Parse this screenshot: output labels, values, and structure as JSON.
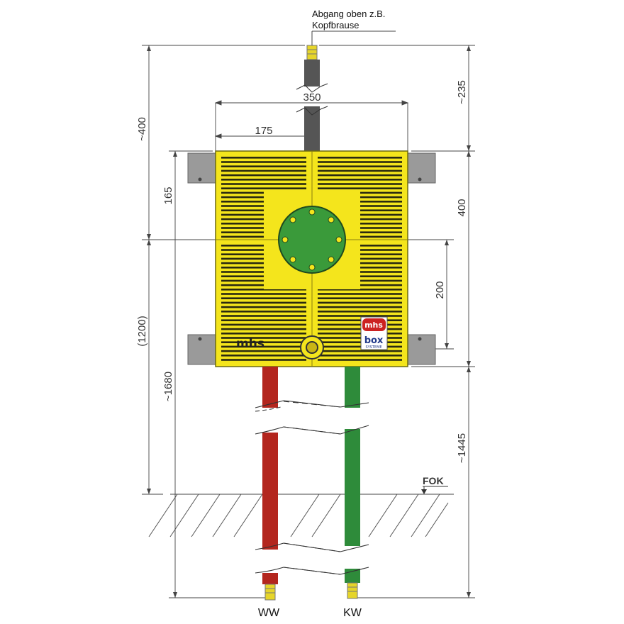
{
  "top_outlet": {
    "line1": "Abgang oben z.B.",
    "line2": "Kopfbrause"
  },
  "dimensions": {
    "overall_height": "~400",
    "top_pipe": "~235",
    "width": "350",
    "half_width": "175",
    "upper_part": "165",
    "box_height": "400",
    "center_to_bottom": "200",
    "ref_height": "(1200)",
    "total_to_floor": "~1680",
    "box_to_floor": "~1445"
  },
  "floor_label": "FOK",
  "logo": {
    "mhs": "mhs",
    "box_top": "mhs",
    "box_mid": "box",
    "box_sub": "SYSTEME"
  },
  "pipes": {
    "hot": "WW",
    "cold": "KW"
  },
  "colors": {
    "housing": "#f4e51c",
    "hot_pipe": "#b3261e",
    "cold_pipe": "#2e8b3a",
    "center_flange": "#3a9a3a",
    "top_pipe": "#555555",
    "bracket": "#8a8a8a"
  }
}
